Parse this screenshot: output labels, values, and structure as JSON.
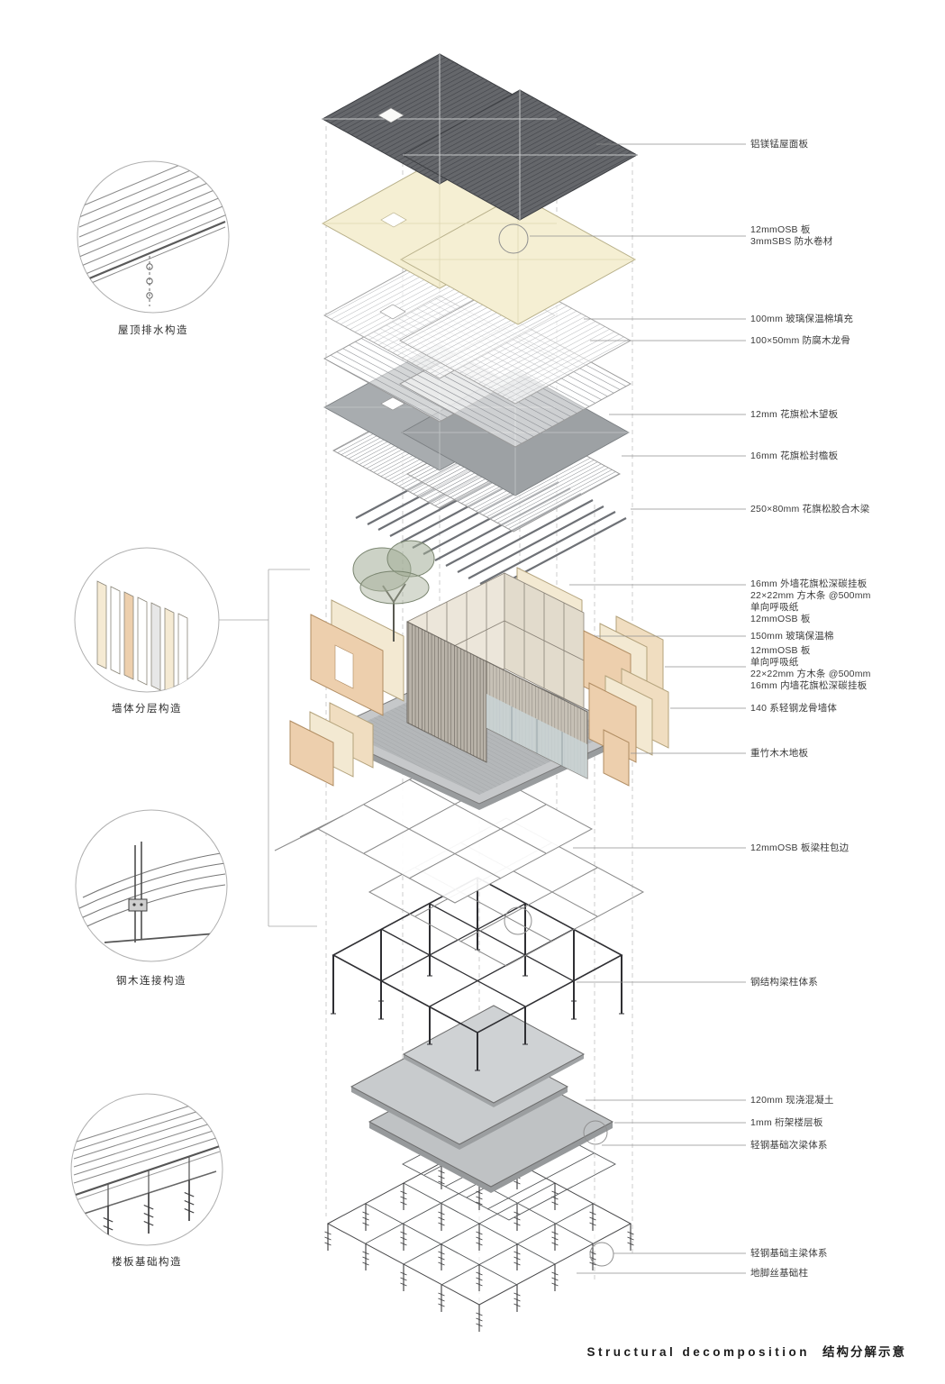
{
  "title": {
    "en": "Structural decomposition",
    "zh": "结构分解示意"
  },
  "right_annotations": [
    {
      "id": "roof-sheet",
      "lines": [
        "铝镁锰屋面板"
      ]
    },
    {
      "id": "osb-sbs",
      "lines": [
        "12mmOSB 板",
        "3mmSBS 防水卷材"
      ]
    },
    {
      "id": "insulation-fill",
      "lines": [
        "100mm 玻璃保温棉填充"
      ]
    },
    {
      "id": "wood-joist",
      "lines": [
        "100×50mm 防腐木龙骨"
      ]
    },
    {
      "id": "sheathing",
      "lines": [
        "12mm 花旗松木望板"
      ]
    },
    {
      "id": "eave-board",
      "lines": [
        "16mm 花旗松封檐板"
      ]
    },
    {
      "id": "glulam-beam",
      "lines": [
        "250×80mm 花旗松胶合木梁"
      ]
    },
    {
      "id": "ext-wall-layers",
      "lines": [
        "16mm 外墙花旗松深碳挂板",
        "22×22mm 方木条 @500mm",
        "单向呼吸纸",
        "12mmOSB 板"
      ]
    },
    {
      "id": "wall-insulation",
      "lines": [
        "150mm 玻璃保温棉"
      ]
    },
    {
      "id": "int-wall-layers",
      "lines": [
        "12mmOSB 板",
        "单向呼吸纸",
        "22×22mm 方木条 @500mm",
        "16mm 内墙花旗松深碳挂板"
      ]
    },
    {
      "id": "steel-stud-wall",
      "lines": [
        "140 系轻钢龙骨墙体"
      ]
    },
    {
      "id": "bamboo-floor",
      "lines": [
        "重竹木木地板"
      ]
    },
    {
      "id": "osb-wrap",
      "lines": [
        "12mmOSB 板梁柱包边"
      ]
    },
    {
      "id": "steel-frame",
      "lines": [
        "钢结构梁柱体系"
      ]
    },
    {
      "id": "concrete",
      "lines": [
        "120mm 现浇混凝土"
      ]
    },
    {
      "id": "truss-deck",
      "lines": [
        "1mm 桁架楼层板"
      ]
    },
    {
      "id": "secondary-beams",
      "lines": [
        "轻钢基础次梁体系"
      ]
    },
    {
      "id": "primary-beams",
      "lines": [
        "轻钢基础主梁体系"
      ]
    },
    {
      "id": "anchor-piles",
      "lines": [
        "地脚丝基础柱"
      ]
    }
  ],
  "detail_callouts": [
    {
      "label": "屋顶排水构造"
    },
    {
      "label": "墙体分层构造"
    },
    {
      "label": "钢木连接构造"
    },
    {
      "label": "楼板基础构造"
    }
  ],
  "colors": {
    "roof_dark": "#65676b",
    "osb_cream": "#f5efd3",
    "panel_peach": "#edcfad",
    "panel_cream": "#f3e9d2",
    "slab_gray": "#c3c6c8",
    "line_gray": "#8f8f8f"
  }
}
